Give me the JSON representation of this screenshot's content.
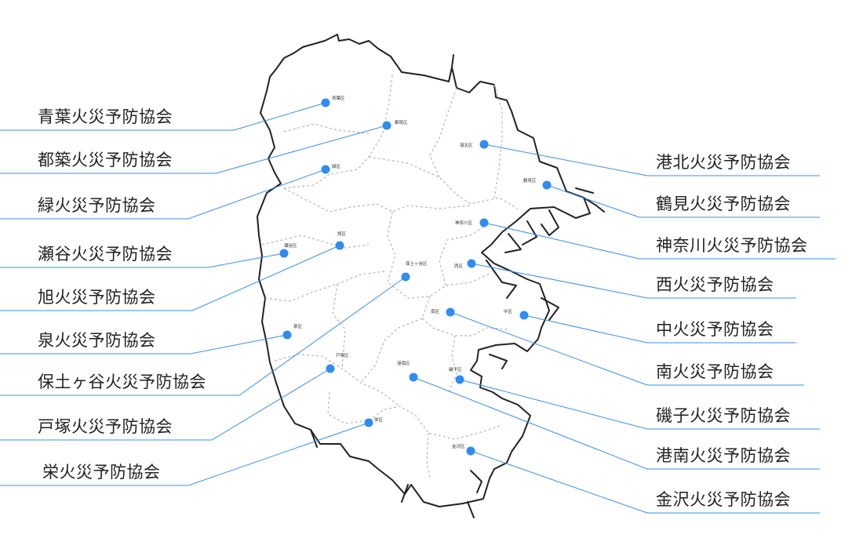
{
  "left_labels": [
    {
      "id": "aoba",
      "name": "青葉火災予防協会",
      "ward": "青葉区"
    },
    {
      "id": "tsuzuki",
      "name": "都築火災予防協会",
      "ward": "都筑区"
    },
    {
      "id": "midori",
      "name": "緑火災予防協会",
      "ward": "緑区"
    },
    {
      "id": "seya",
      "name": "瀬谷火災予防協会",
      "ward": "瀬谷区"
    },
    {
      "id": "asahi",
      "name": "旭火災予防協会",
      "ward": "旭区"
    },
    {
      "id": "izumi",
      "name": "泉火災予防協会",
      "ward": "泉区"
    },
    {
      "id": "hodogaya",
      "name": "保土ヶ谷火災予防協会",
      "ward": "保土ヶ谷区"
    },
    {
      "id": "totsuka",
      "name": "戸塚火災予防協会",
      "ward": "戸塚区"
    },
    {
      "id": "sakae",
      "name": "栄火災予防協会",
      "ward": "栄区"
    }
  ],
  "right_labels": [
    {
      "id": "kohoku",
      "name": "港北火災予防協会",
      "ward": "港北区"
    },
    {
      "id": "tsurumi",
      "name": "鶴見火災予防協会",
      "ward": "鶴見区"
    },
    {
      "id": "kanagawa",
      "name": "神奈川火災予防協会",
      "ward": "神奈川区"
    },
    {
      "id": "nishi",
      "name": "西火災予防協会",
      "ward": "西区"
    },
    {
      "id": "naka",
      "name": "中火災予防協会",
      "ward": "中区"
    },
    {
      "id": "minami",
      "name": "南火災予防協会",
      "ward": "南区"
    },
    {
      "id": "isogo",
      "name": "磯子火災予防協会",
      "ward": "磯子区"
    },
    {
      "id": "konan",
      "name": "港南火災予防協会",
      "ward": "港南区"
    },
    {
      "id": "kanazawa",
      "name": "金沢火災予防協会",
      "ward": "金沢区"
    }
  ],
  "colors": {
    "marker": "#2f8cf0",
    "leader": "#3d8fe0",
    "coast": "#222222",
    "border": "#b5b5b5"
  }
}
